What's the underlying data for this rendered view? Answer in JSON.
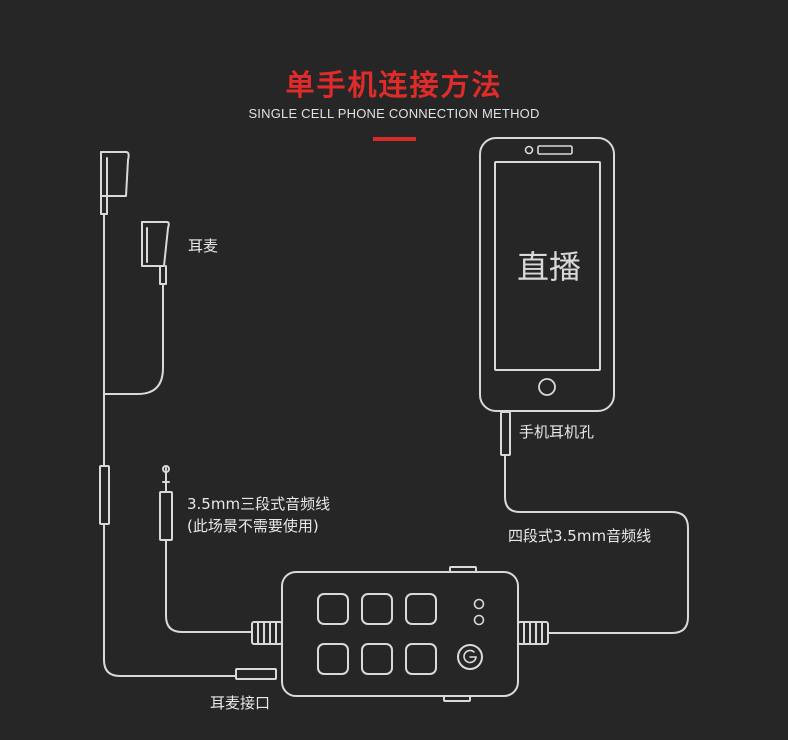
{
  "header": {
    "title": "单手机连接方法",
    "subtitle": "SINGLE CELL PHONE CONNECTION METHOD"
  },
  "phone": {
    "screen_text": "直播"
  },
  "labels": {
    "earphone": "耳麦",
    "phone_jack": "手机耳机孔",
    "three_pole_cable_line1": "3.5mm三段式音频线",
    "three_pole_cable_line2": "(此场景不需要使用)",
    "four_pole_cable": "四段式3.5mm音频线",
    "earphone_port": "耳麦接口"
  },
  "colors": {
    "accent": "#e02b2b",
    "background": "#262626",
    "line": "#d9d9d9"
  },
  "icons": {
    "earbud_left": "earbud-icon",
    "earbud_right": "earbud-icon",
    "power": "power-icon"
  }
}
